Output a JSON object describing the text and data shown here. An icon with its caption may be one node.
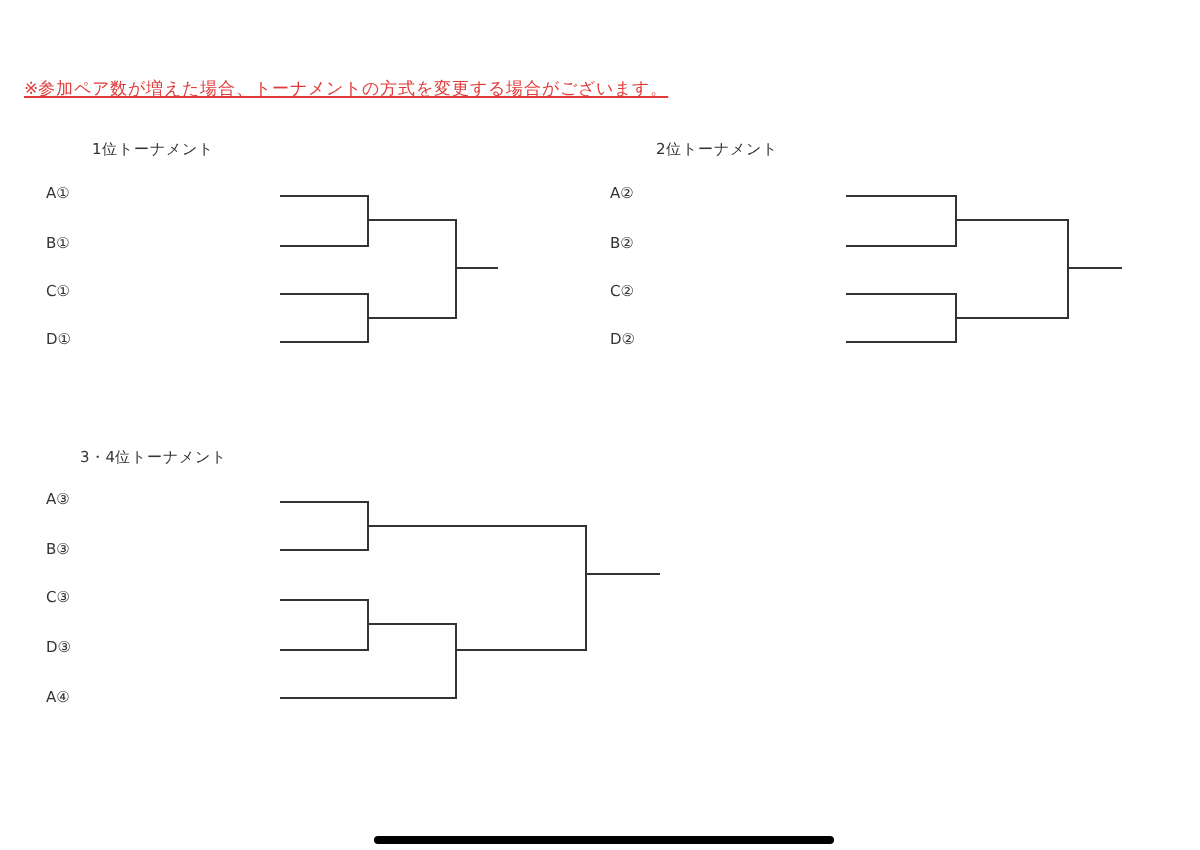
{
  "diagram": {
    "labels": [
      "※参加ペア数が増えた場合、トーナメントの方式を変更する場合がございます。",
      "1位トーナメント",
      "A①",
      "B①",
      "C①",
      "D①",
      "2位トーナメント",
      "A②",
      "B②",
      "C②",
      "D②",
      "3・4位トーナメント",
      "A③",
      "B③",
      "C③",
      "D③",
      "A④"
    ]
  }
}
